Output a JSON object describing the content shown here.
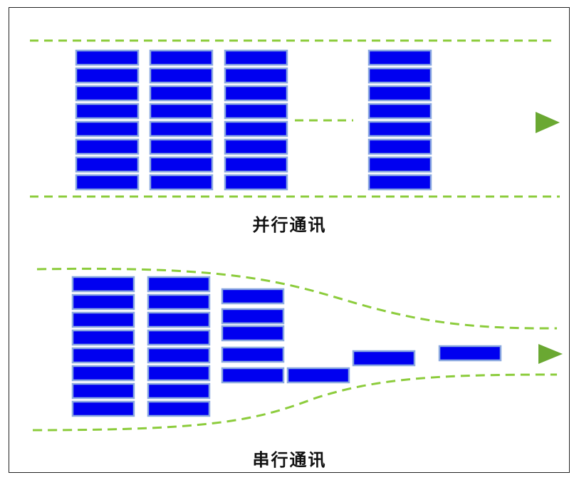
{
  "diagram": {
    "colors": {
      "block_fill": "#0000f0",
      "block_border": "#8aa8e0",
      "guide_line": "#8ccc3c",
      "arrow": "#6aa832",
      "caption": "#111111"
    },
    "parallel": {
      "caption": "并行通讯",
      "columns": 4,
      "blocks_per_column": 8,
      "gap_indicator": "dashed-line",
      "direction": "right-arrow"
    },
    "serial": {
      "caption": "串行通讯",
      "columns": [
        8,
        8,
        5
      ],
      "trailing_blocks": 3,
      "direction": "right-arrow"
    }
  }
}
